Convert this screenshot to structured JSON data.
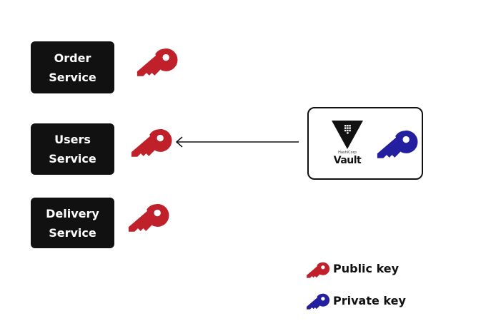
{
  "services": [
    {
      "line1": "Order",
      "line2": "Service"
    },
    {
      "line1": "Users",
      "line2": "Service"
    },
    {
      "line1": "Delivery",
      "line2": "Service"
    }
  ],
  "vault": {
    "small_label": "HashiCorp",
    "name": "Vault"
  },
  "legend": {
    "public_label": "Public key",
    "private_label": "Private key"
  },
  "colors": {
    "public_key": "#c0202a",
    "private_key": "#241f9e",
    "service_box": "#111111"
  },
  "icons": {
    "public": "key-icon",
    "private": "key-icon",
    "vault": "vault-logo-icon"
  }
}
